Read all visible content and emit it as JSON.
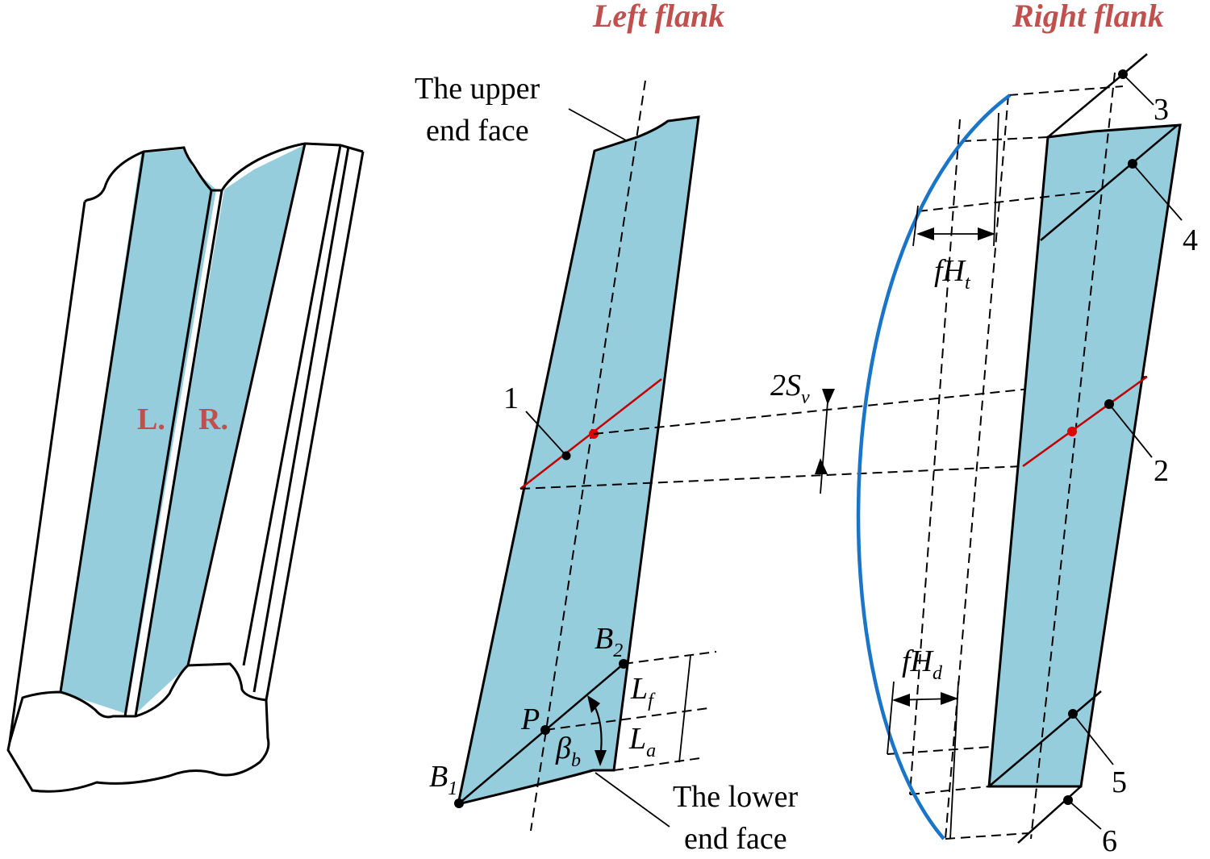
{
  "titles": {
    "left": "Left flank",
    "right": "Right flank"
  },
  "gear_labels": {
    "left": "L.",
    "right": "R."
  },
  "annotations": {
    "upper_end_face_line1": "The upper",
    "upper_end_face_line2": "end face",
    "lower_end_face_line1": "The lower",
    "lower_end_face_line2": "end face"
  },
  "points": {
    "p1": "1",
    "p2": "2",
    "p3": "3",
    "p4": "4",
    "p5": "5",
    "p6": "6",
    "B1_main": "B",
    "B1_sub": "1",
    "B2_main": "B",
    "B2_sub": "2",
    "P": "P"
  },
  "dimensions": {
    "Lf_main": "L",
    "Lf_sub": "f",
    "La_main": "L",
    "La_sub": "a",
    "beta_main": "β",
    "beta_sub": "b",
    "fHt_main": "fH",
    "fHt_sub": "t",
    "fHd_main": "fH",
    "fHd_sub": "d",
    "Sv_main": "2S",
    "Sv_sub": "v"
  },
  "colors": {
    "flank_fill": "#95cddd",
    "title_color": "#c0504d",
    "curve_color": "#1a75c8",
    "twist_line_color": "#c00000",
    "outline": "#000000"
  }
}
